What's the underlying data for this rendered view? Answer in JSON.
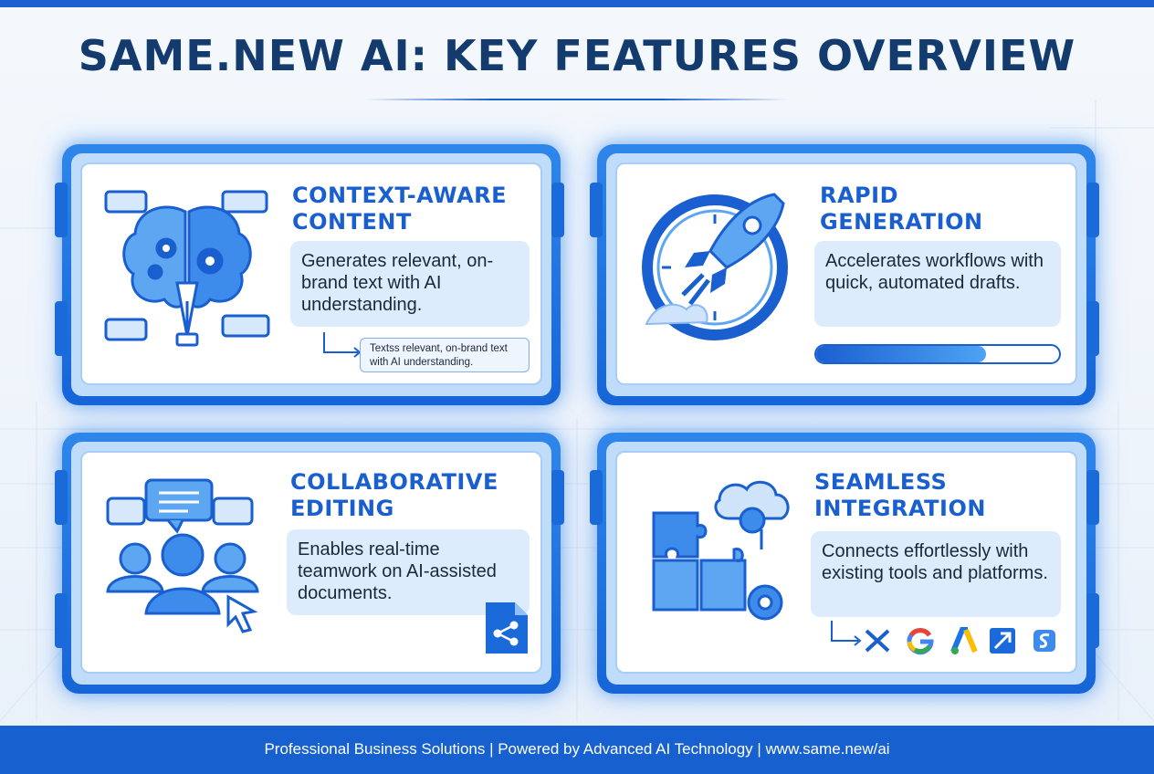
{
  "header": {
    "title": "SAME.NEW AI: KEY FEATURES OVERVIEW"
  },
  "features": [
    {
      "title_line1": "CONTEXT-AWARE",
      "title_line2": "CONTENT",
      "description": "Generates relevant, on-brand text with AI understanding.",
      "note": "Textss relevant, on-brand text with AI understanding.",
      "icon": "brain-pen-icon"
    },
    {
      "title_line1": "RAPID",
      "title_line2": "GENERATION",
      "description": "Accelerates workflows with quick, automated drafts.",
      "progress": 0.7,
      "icon": "rocket-clock-icon"
    },
    {
      "title_line1": "COLLABORATIVE",
      "title_line2": "EDITING",
      "description": "Enables real-time teamwork on AI-assisted documents.",
      "icon": "team-chat-icon"
    },
    {
      "title_line1": "SEAMLESS",
      "title_line2": "INTEGRATION",
      "description": "Connects effortlessly with existing tools and platforms.",
      "icon": "puzzle-cloud-icon",
      "integration_icons": [
        "x-logo-icon",
        "g-logo-icon",
        "a-logo-icon",
        "arrow-logo-icon",
        "s-logo-icon"
      ]
    }
  ],
  "footer": {
    "text": "Professional Business Solutions | Powered by Advanced AI Technology | www.same.new/ai"
  },
  "colors": {
    "accent": "#1a5fd0",
    "title": "#143b6e",
    "panel": "#dcecfc"
  }
}
